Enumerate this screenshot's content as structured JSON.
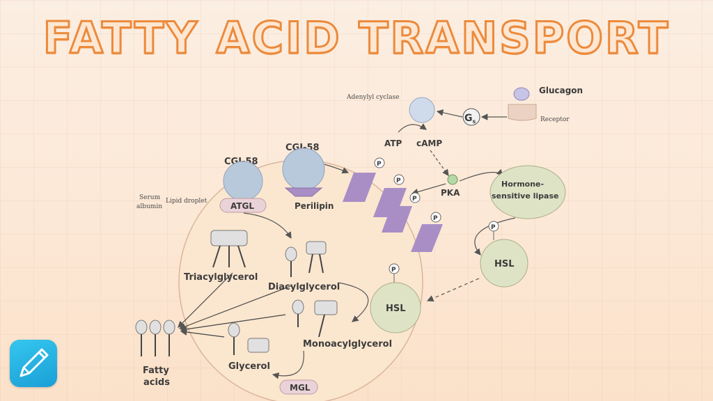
{
  "title": "FATTY ACID TRANSPORT",
  "labels": {
    "adenylyl_cyclase": "Adenylyl cyclase",
    "glucagon": "Glucagon",
    "receptor": "Receptor",
    "gs": "G",
    "gs_sub": "s",
    "atp": "ATP",
    "camp": "cAMP",
    "pka": "PKA",
    "cgi58_left": "CGI-58",
    "cgi58_center": "CGI-58",
    "atgl": "ATGL",
    "perilipin": "Perilipin",
    "serum_albumin_1": "Serum",
    "serum_albumin_2": "albumin",
    "lipid_droplet": "Lipid droplet",
    "hormone_sensitive_lipase_1": "Hormone-",
    "hormone_sensitive_lipase_2": "sensitive lipase",
    "hsl_right": "HSL",
    "hsl_inner": "HSL",
    "triacylglycerol": "Triacylglycerol",
    "diacylglycerol": "Diacylglycerol",
    "monoacylglycerol": "Monoacylglycerol",
    "glycerol": "Glycerol",
    "fatty_acids_1": "Fatty",
    "fatty_acids_2": "acids",
    "mgl": "MGL",
    "phosphate": "P"
  },
  "colors": {
    "title_fill": "#fde7d2",
    "title_stroke": "#ec8a3c",
    "protein_blue": "#b9c9dc",
    "perilipin_purple": "#a98ec6",
    "hsl_green": "#dfe3c6",
    "atgl_pink": "#ead3d8",
    "droplet_fill": "#fbe7cf",
    "app_icon": "#27b4e6"
  },
  "app_icon": "pencil-app-icon"
}
